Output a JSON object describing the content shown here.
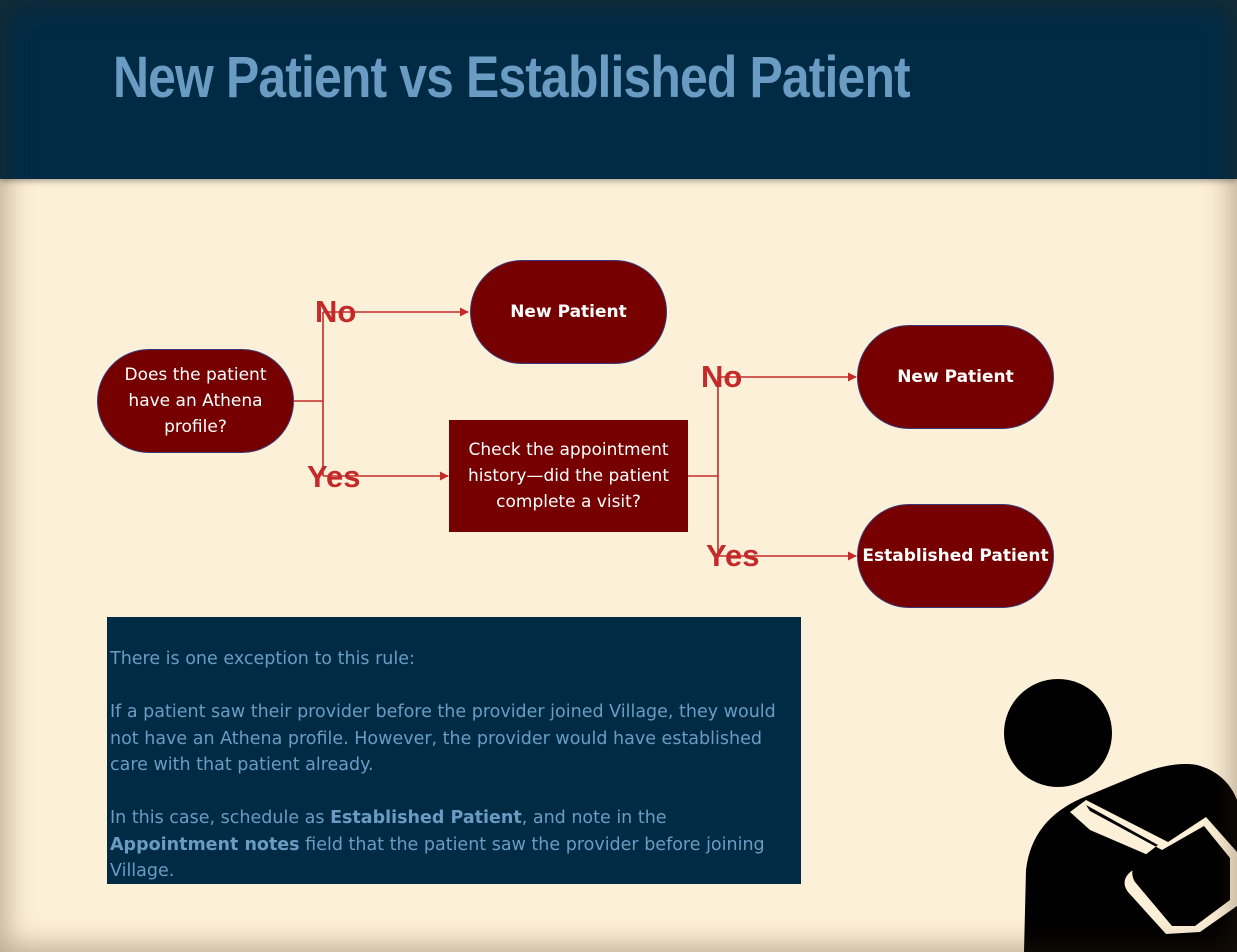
{
  "title": "New Patient vs Established Patient",
  "flowchart": {
    "start_question": "Does the patient have an Athena profile?",
    "branch_no_1": "No",
    "branch_yes_1": "Yes",
    "outcome_new_1": "New Patient",
    "check_step": "Check the appointment history—did the patient complete a visit?",
    "branch_no_2": "No",
    "branch_yes_2": "Yes",
    "outcome_new_2": "New Patient",
    "outcome_established": "Established Patient"
  },
  "note": {
    "intro": "There is one exception to this rule:",
    "body": "If a patient saw their provider before the provider joined Village, they would not have an Athena profile. However, the provider would have established care with that patient already.",
    "instruction_prefix": "In this case, schedule as ",
    "instruction_bold_1": "Established Patient",
    "instruction_middle": ", and note in the ",
    "instruction_bold_2": "Appointment notes",
    "instruction_suffix": " field that the patient saw the provider before joining Village."
  },
  "icons": {
    "person": "person-bowing-with-box-icon"
  },
  "colors": {
    "header_background": "#012b45",
    "title_text": "#6a9cc3",
    "page_background": "#fdf0d8",
    "node_fill": "#760000",
    "arrow": "#c42a2a"
  }
}
